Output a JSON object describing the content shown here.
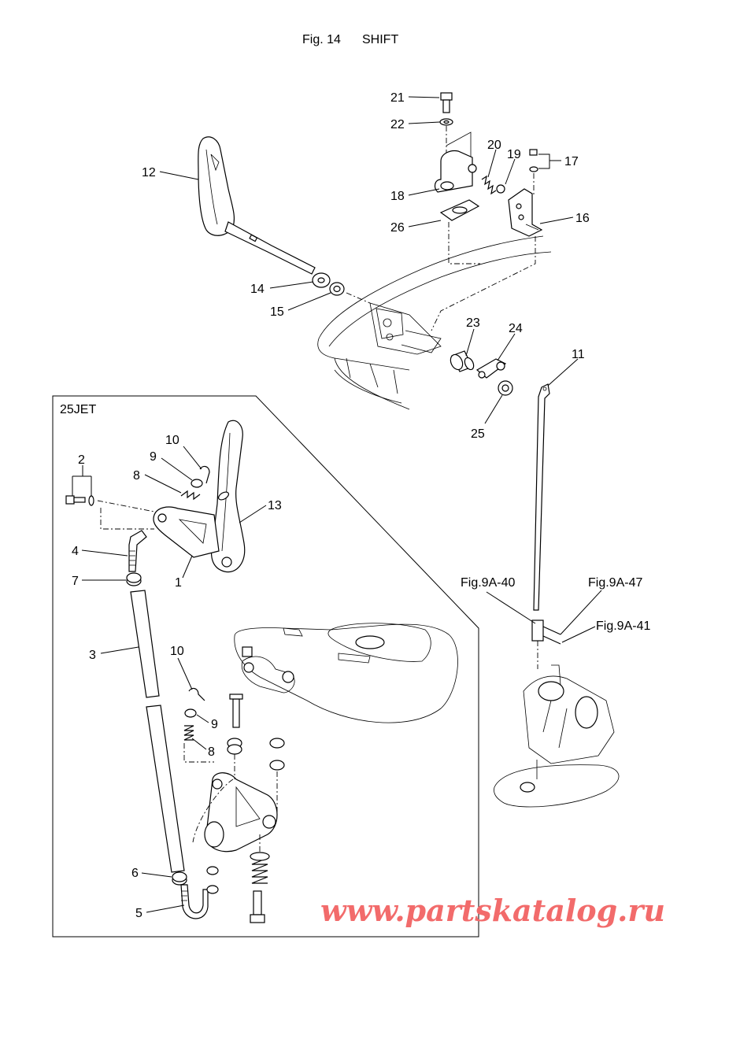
{
  "header": {
    "fig_number": "Fig. 14",
    "fig_title": "SHIFT"
  },
  "inset": {
    "title": "25JET"
  },
  "callouts": {
    "c21": "21",
    "c22": "22",
    "c20": "20",
    "c19": "19",
    "c17": "17",
    "c18": "18",
    "c16": "16",
    "c26": "26",
    "c12": "12",
    "c14": "14",
    "c15": "15",
    "c23": "23",
    "c24": "24",
    "c11": "11",
    "c25": "25",
    "i10a": "10",
    "i9a": "9",
    "i8a": "8",
    "i2": "2",
    "i13": "13",
    "i4": "4",
    "i1": "1",
    "i7": "7",
    "i3": "3",
    "i10b": "10",
    "i9b": "9",
    "i8b": "8",
    "i6": "6",
    "i5": "5"
  },
  "references": {
    "r40": "Fig.9A-40",
    "r47": "Fig.9A-47",
    "r41": "Fig.9A-41"
  },
  "watermark": "www.partskatalog.ru"
}
